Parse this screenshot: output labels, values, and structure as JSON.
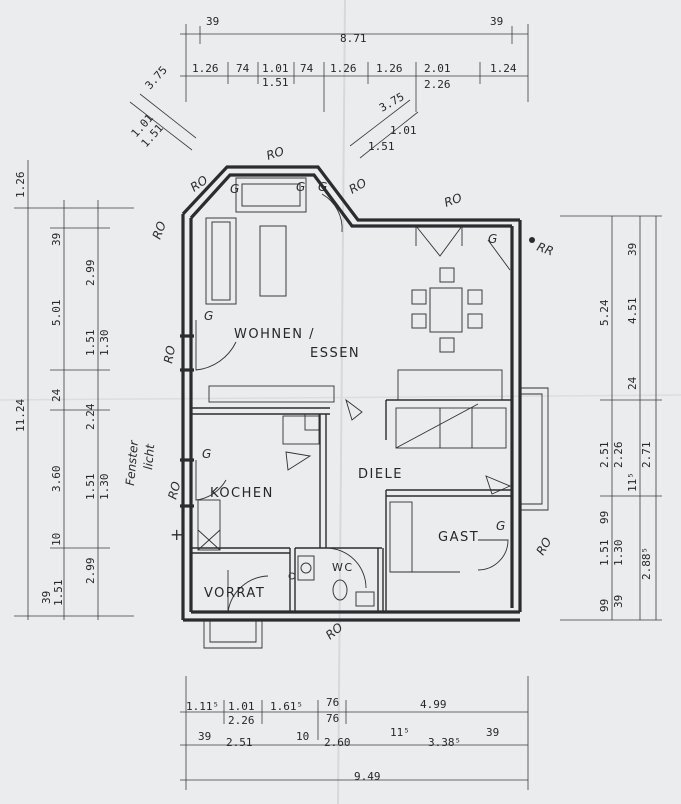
{
  "rooms": {
    "wohnen_line1": "WOHNEN /",
    "wohnen_line2": "ESSEN",
    "kochen": "KOCHEN",
    "diele": "DIELE",
    "gast": "GAST",
    "vorrat": "VORRAT",
    "wc": "WC"
  },
  "top_dims": {
    "wall_left": "39",
    "total": "8.71",
    "wall_right": "39",
    "segments": [
      "1.26",
      "74",
      "1.01",
      "74",
      "1.26",
      "1.26",
      "2.01",
      "1.24"
    ],
    "sub_a": "1.51",
    "sub_b": "2.26"
  },
  "bottom_dims": {
    "row1": [
      "1.11⁵",
      "1.01",
      "1.61⁵",
      "76",
      "4.99"
    ],
    "row1_sub": [
      "2.26",
      "76"
    ],
    "row2": [
      "39",
      "2.51",
      "10",
      "2.60",
      "11⁵",
      "3.38⁵",
      "39"
    ],
    "total": "9.49"
  },
  "left_dims": {
    "outer": [
      "1.26",
      "11.24"
    ],
    "col_a": [
      "39",
      "5.01",
      "24",
      "3.60",
      "10",
      "39"
    ],
    "col_b": [
      "2.99",
      "1.51",
      "1.30",
      "2.24",
      "1.51",
      "1.30",
      "2.99",
      "1.51"
    ]
  },
  "right_dims": {
    "col_a": [
      "39",
      "5.24",
      "24",
      "2.51",
      "99",
      "1.51",
      "99"
    ],
    "col_b": [
      "4.51",
      "2.26",
      "11⁵",
      "1.30",
      "39"
    ],
    "col_c": [
      "2.71",
      "2.88⁵"
    ]
  },
  "bay_dims": {
    "left": [
      "1.01",
      "3.75",
      "1.51"
    ],
    "right": [
      "3.75",
      "1.01",
      "1.51"
    ]
  },
  "annotations": {
    "ro": "RO",
    "g": "G",
    "rr": "RR",
    "fenster": "Fenster",
    "licht": "licht",
    "plus": "+"
  }
}
